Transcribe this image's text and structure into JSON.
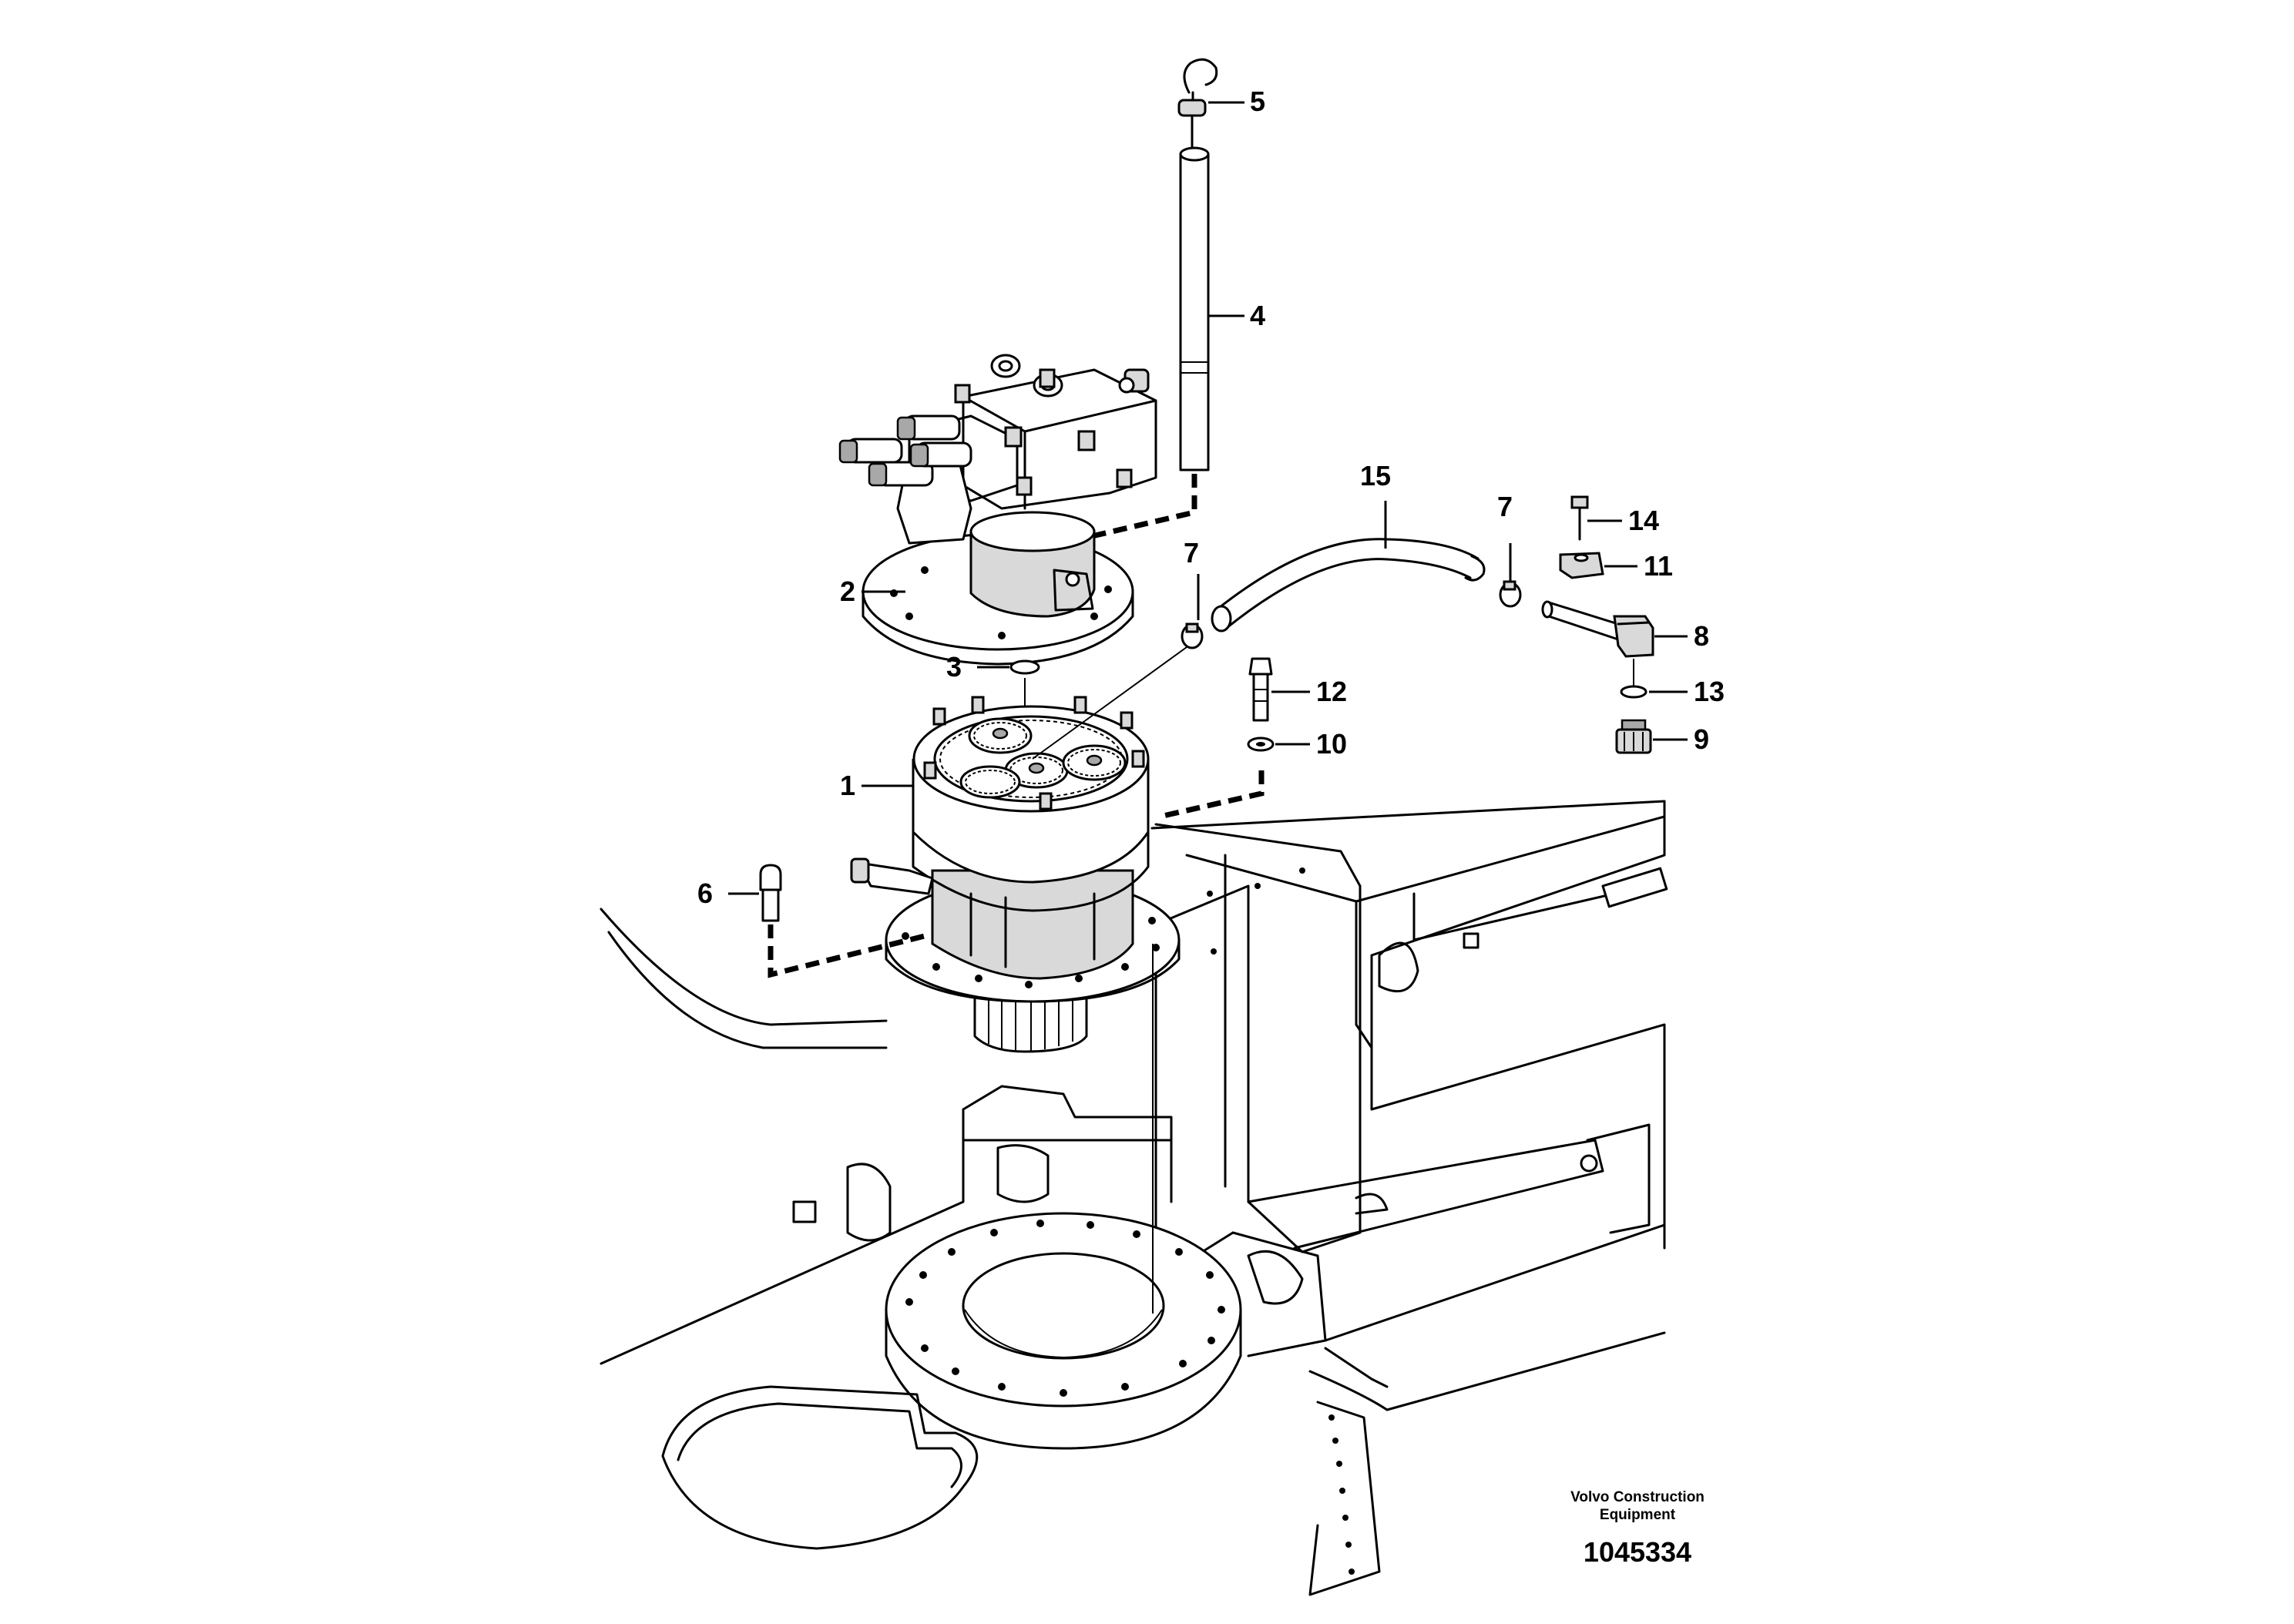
{
  "callouts": {
    "c1": "1",
    "c2": "2",
    "c3": "3",
    "c4": "4",
    "c5": "5",
    "c6": "6",
    "c7a": "7",
    "c7b": "7",
    "c8": "8",
    "c9": "9",
    "c10": "10",
    "c11": "11",
    "c12": "12",
    "c13": "13",
    "c14": "14",
    "c15": "15"
  },
  "credit": {
    "line1": "Volvo Construction",
    "line2": "Equipment",
    "illustration_number": "1045334"
  }
}
